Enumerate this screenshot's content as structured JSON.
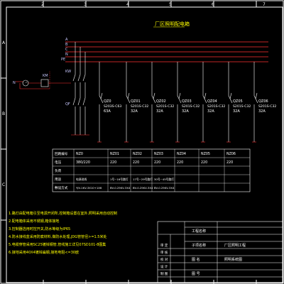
{
  "frame": {
    "top_numbers": [
      "2",
      "3",
      "4",
      "5",
      "6",
      "7"
    ],
    "left_letters": [
      "A",
      "B",
      "C"
    ]
  },
  "title": "厂区照明配电箱",
  "bus_labels": [
    "A",
    "B",
    "C",
    "N",
    "PE"
  ],
  "km_label": "KM",
  "kw_label": "KW",
  "qf_label": "QF",
  "n_label": "N",
  "breakers": [
    {
      "id": "QZ0",
      "model": "S203S-C63",
      "rating": "63A"
    },
    {
      "id": "QZ01",
      "model": "S201S-C32",
      "rating": "32A"
    },
    {
      "id": "QZ02",
      "model": "S201S-C32",
      "rating": "32A"
    },
    {
      "id": "QZ03",
      "model": "S201S-C32",
      "rating": "32A"
    },
    {
      "id": "QZ04",
      "model": "S201S-C32",
      "rating": "32A"
    },
    {
      "id": "QZ05",
      "model": "S201S-C32",
      "rating": "32A"
    },
    {
      "id": "QZ06",
      "model": "S201S-C32",
      "rating": "32A"
    }
  ],
  "table": {
    "row_labels": [
      "回路编号",
      "电压",
      "负荷",
      "用途",
      "敷设方式"
    ],
    "columns": [
      {
        "no": "NZ0",
        "voltage": "380/220",
        "load": "",
        "use": "电源进线",
        "cable": "YJV-1KV-3X10+1X6"
      },
      {
        "no": "NZ01",
        "voltage": "220",
        "load": "",
        "use": "1号~16号路灯",
        "cable": "BV-0.25KV-3X4"
      },
      {
        "no": "NZ02",
        "voltage": "220",
        "load": "",
        "use": "17号~29号路灯",
        "cable": "BV-0.25KV-3X4"
      },
      {
        "no": "NZ03",
        "voltage": "220",
        "load": "",
        "use": "30号~45号路灯",
        "cable": "BV-0.25KV-3X4"
      },
      {
        "no": "NZ04",
        "voltage": "220",
        "load": "",
        "use": "",
        "cable": ""
      },
      {
        "no": "NZ05",
        "voltage": "220",
        "load": "",
        "use": "",
        "cable": ""
      },
      {
        "no": "NZ06",
        "voltage": "220",
        "load": "",
        "use": "",
        "cable": ""
      }
    ]
  },
  "notes": [
    "1.路灯由配电箱引至电源开闭所,控制箱设置在室外,照明采用自动控制",
    "2.配电箱体采用不锈钢,箱体接地",
    "3.控制器选用时控开关,防水等级为IP65",
    "4.防水接线盒采用防腐材料,做防水处理,JDG管管径>=1.5米处",
    "5.电缆穿管采用SC25镀锌钢管,管线施工详见07SD101-8图集",
    "6.接地采用40X4镀锌扁钢,接地电阻<=30欧"
  ],
  "title_block": {
    "project_label": "工程名称",
    "project_value": "",
    "sub_label": "子项名称",
    "sub_value": "厂区照明工程",
    "drawing_label": "图 名",
    "drawing_value": "照明系统图",
    "number_label": "图 号",
    "number_value": "",
    "rows": [
      {
        "k": "审 定"
      },
      {
        "k": "审 核"
      },
      {
        "k": "校 对"
      },
      {
        "k": "设 计"
      },
      {
        "k": "制 图"
      }
    ]
  },
  "colors": {
    "bg": "#000000",
    "frame": "#ffffff",
    "bus": "#ff3030",
    "breaker": "#ffffff",
    "title": "#ffff00",
    "table_text": "#ffffff",
    "notes": "#ffff00",
    "label": "#c8c8ff"
  }
}
